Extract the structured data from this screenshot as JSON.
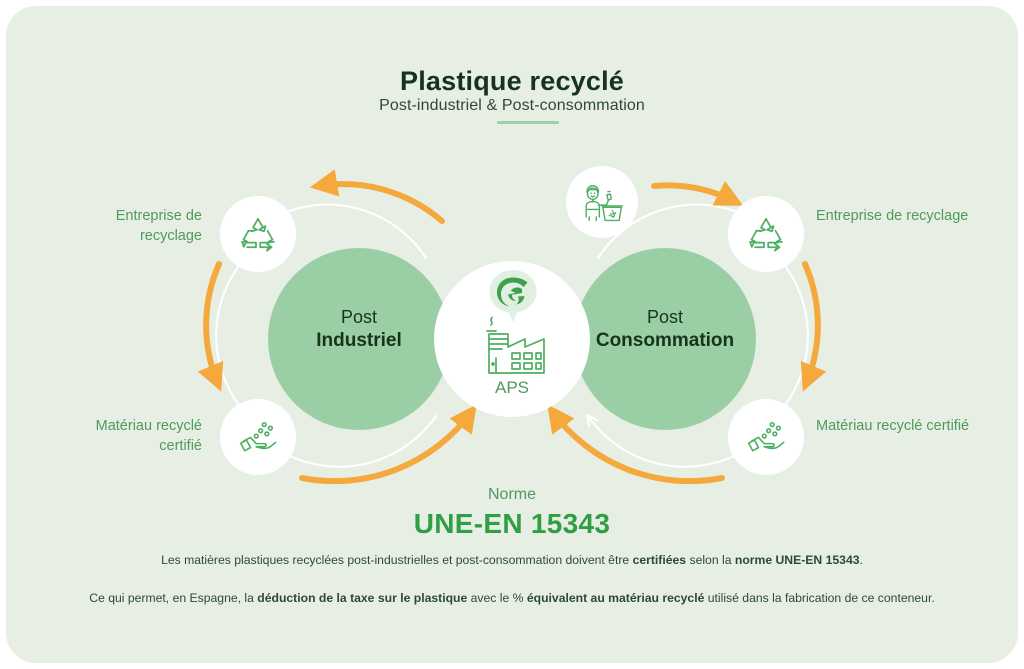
{
  "header": {
    "title": "Plastique recyclé",
    "subtitle": "Post-industriel & Post-consommation"
  },
  "colors": {
    "card_background": "#e7efe4",
    "big_circle_green": "#9acfa5",
    "dark_green_text": "#16341c",
    "mid_green_text": "#4f9a5c",
    "accent_green": "#2f9e44",
    "arrow_orange": "#f5a93c",
    "badge_white": "#ffffff"
  },
  "diagram": {
    "left_cycle": {
      "caption_line1": "Post",
      "caption_line2": "Industriel",
      "nodes": [
        {
          "id": "left-recycler",
          "label": "Entreprise de recyclage",
          "icon": "recycling-symbol-icon"
        },
        {
          "id": "left-material",
          "label": "Matériau recyclé certifié",
          "icon": "hand-with-pellets-icon"
        }
      ]
    },
    "right_cycle": {
      "caption_line1": "Post",
      "caption_line2": "Consommation",
      "nodes": [
        {
          "id": "right-recycler",
          "label": "Entreprise de recyclage",
          "icon": "recycling-symbol-icon"
        },
        {
          "id": "right-material",
          "label": "Matériau recyclé certifié",
          "icon": "hand-with-pellets-icon"
        }
      ]
    },
    "consumer_node": {
      "id": "consumer",
      "icon": "consumer-recycling-bin-icon"
    },
    "center_node": {
      "label": "APS",
      "logo_icon": "aps-pin-logo-icon",
      "factory_icon": "factory-icon"
    }
  },
  "norme": {
    "label": "Norme",
    "value": "UNE-EN 15343"
  },
  "footer": {
    "p1_a": "Les matières plastiques recyclées post-industrielles et post-consommation doivent être ",
    "p1_b": "certifiées",
    "p1_c": " selon la ",
    "p1_d": "norme UNE-EN 15343",
    "p1_e": ".",
    "p2_a": "Ce qui permet, en Espagne, la ",
    "p2_b": "déduction de la taxe sur le plastique",
    "p2_c": " avec le % ",
    "p2_d": "équivalent au matériau recyclé",
    "p2_e": " utilisé dans la fabrication de ce conteneur."
  }
}
